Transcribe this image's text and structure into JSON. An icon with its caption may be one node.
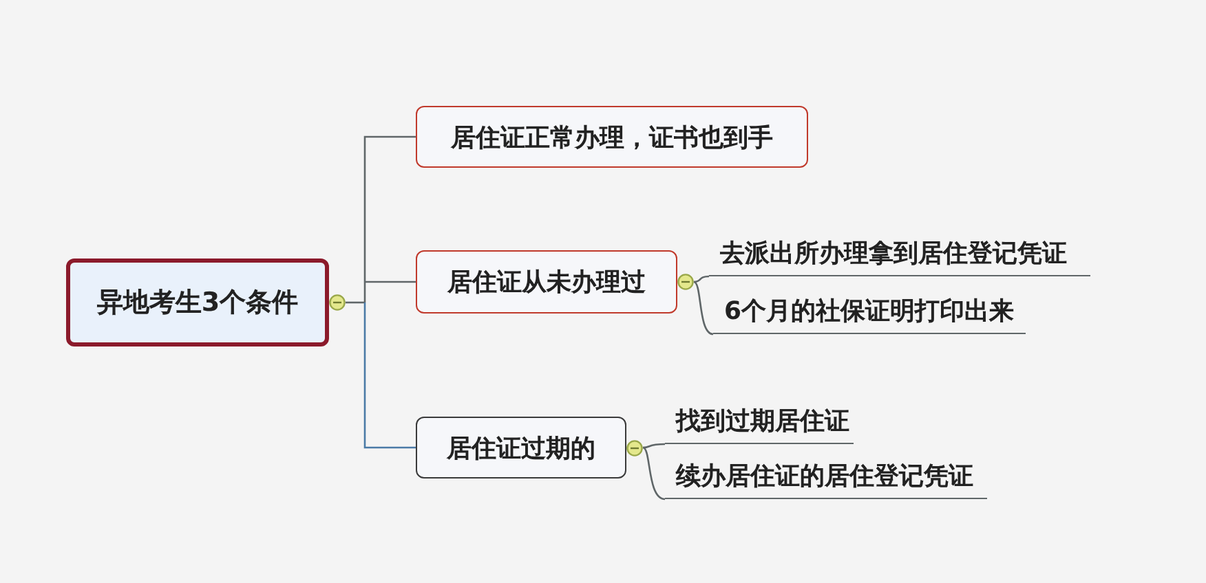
{
  "diagram": {
    "nodes": [
      {
        "text": [
          "异地考生3个条件"
        ]
      },
      {
        "text": [
          "居住证正常办理，证书也到手"
        ]
      },
      {
        "text": [
          "居住证从未办理过"
        ]
      },
      {
        "text": [
          "居住证过期的"
        ]
      },
      {
        "text": [
          "去派出所办理拿到居住登记凭证"
        ]
      },
      {
        "text": [
          "6个月的社保证明打印出来"
        ]
      },
      {
        "text": [
          "找到过期居住证"
        ]
      },
      {
        "text": [
          "续办居住证的居住登记凭证"
        ]
      }
    ],
    "edges": [
      {
        "from": 0,
        "to": 1,
        "arrow": "none"
      },
      {
        "from": 0,
        "to": 2,
        "arrow": "none"
      },
      {
        "from": 0,
        "to": 3,
        "arrow": "none",
        "color": "#4a7aa6"
      },
      {
        "from": 2,
        "to": 4,
        "arrow": "none"
      },
      {
        "from": 2,
        "to": 5,
        "arrow": "none"
      },
      {
        "from": 3,
        "to": 6,
        "arrow": "none"
      },
      {
        "from": 3,
        "to": 7,
        "arrow": "none"
      }
    ]
  }
}
